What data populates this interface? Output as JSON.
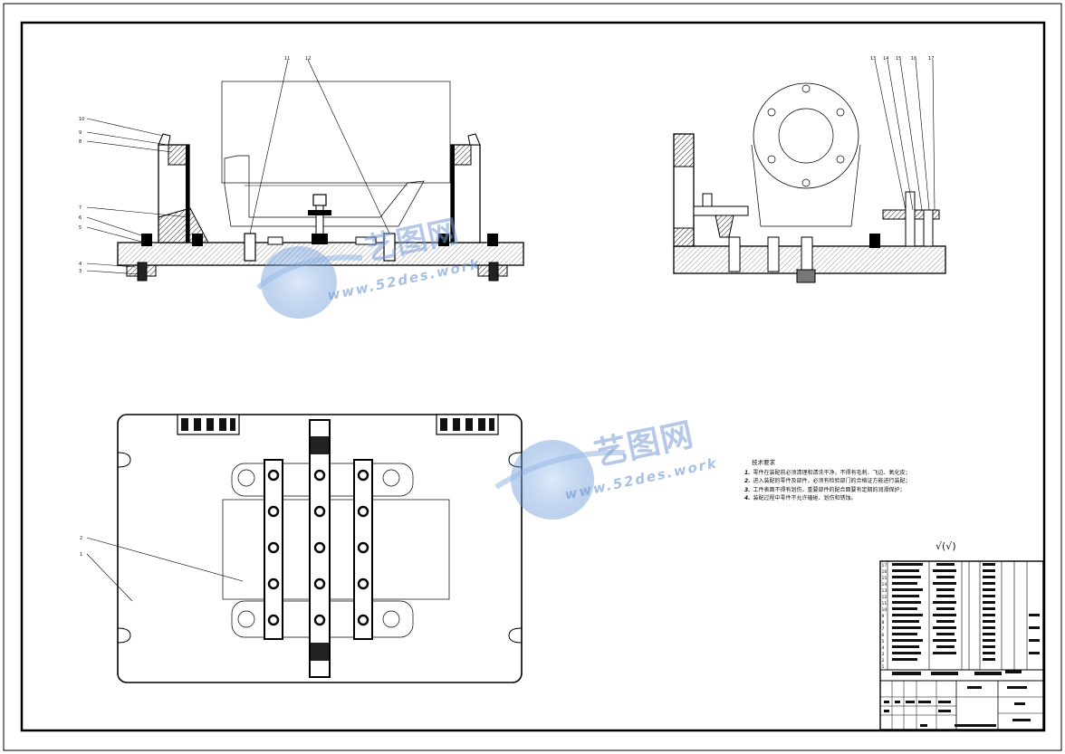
{
  "drawing": {
    "front_view_labels": [
      "10",
      "9",
      "8",
      "7",
      "6",
      "5",
      "4",
      "3"
    ],
    "front_view_top_labels": [
      "11",
      "12"
    ],
    "side_view_labels": [
      "13",
      "14",
      "15",
      "16",
      "17"
    ],
    "top_view_labels": [
      "2",
      "1"
    ]
  },
  "notes": {
    "heading": "技术要求",
    "items": [
      {
        "num": "1.",
        "text": "零件在装配前必须清理和清洗干净，不得有毛刺、飞边、氧化皮；"
      },
      {
        "num": "2.",
        "text": "进入装配的零件及部件，必须有检验部门的合格证方能进行装配；"
      },
      {
        "num": "3.",
        "text": "工件表面不得有划伤，重要部件的配合面要有定期的润滑保护；"
      },
      {
        "num": "4.",
        "text": "装配过程中零件不允许磕碰、划伤和锈蚀。"
      }
    ]
  },
  "roughness": {
    "symbol": "√",
    "paren": "(√)"
  },
  "watermarks": {
    "brand": "艺图网",
    "url": "www.52des.work"
  },
  "title_block": {
    "row_numbers": [
      "17",
      "16",
      "15",
      "14",
      "13",
      "12",
      "11",
      "10",
      "9",
      "8",
      "7",
      "6",
      "5",
      "4",
      "3",
      "2",
      "1"
    ]
  },
  "colors": {
    "line": "#000000",
    "hatch": "#000000",
    "watermark": "#6e96d2"
  }
}
